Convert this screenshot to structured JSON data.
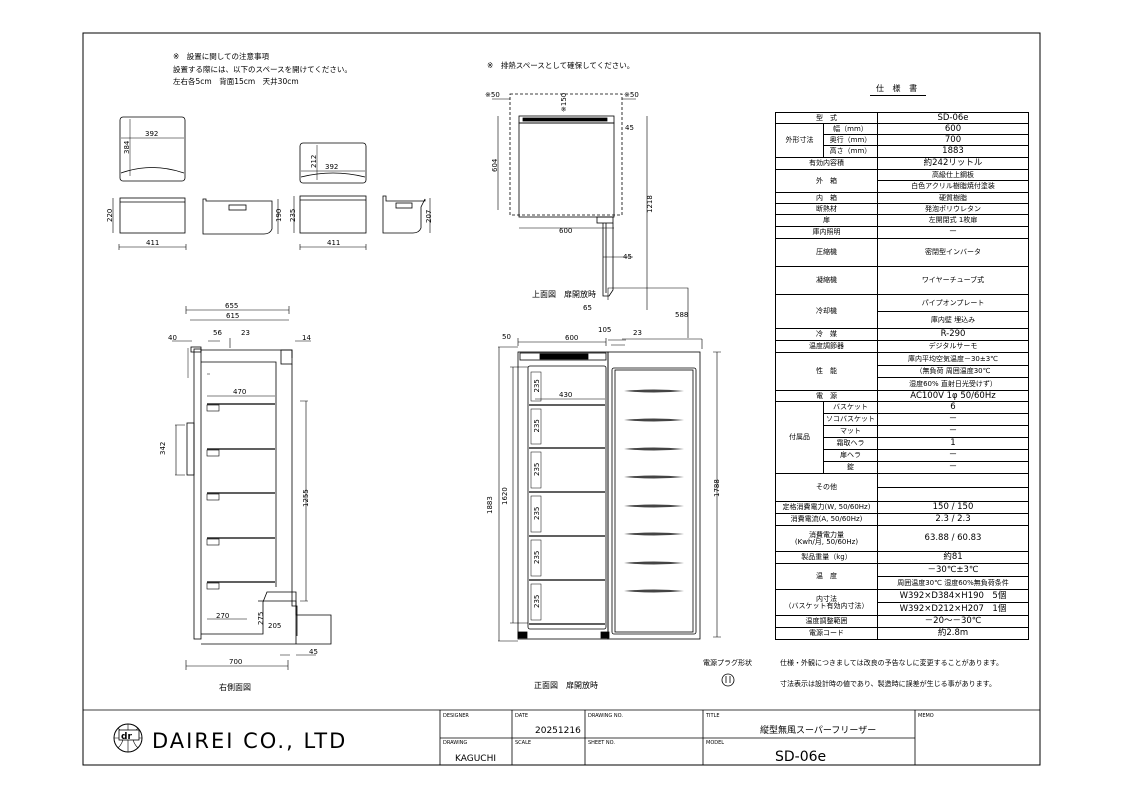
{
  "notes": {
    "install_title": "※　設置に関しての注意事項",
    "install_line1": "設置する際には、以下のスペースを開けてください。",
    "install_line2": "左右各5cm　背面15cm　天井30cm",
    "exhaust": "※　排熱スペースとして確保してください。"
  },
  "basket_views": {
    "large_top_w": "392",
    "large_top_d": "384",
    "large_front_h": "220",
    "large_front_w": "411",
    "large_side_h": "190",
    "small_top_d": "212",
    "small_top_w": "392",
    "small_front_h": "235",
    "small_front_w": "411",
    "small_side_h": "207"
  },
  "top_view": {
    "left_clear": "※50",
    "back_clear": "※150",
    "right_clear": "※50",
    "top_offset": "45",
    "depth": "604",
    "open_depth": "1218",
    "width": "600",
    "door_thk": "45",
    "hinge": "65",
    "caption": "上面図　扉開放時"
  },
  "side_view": {
    "d655": "655",
    "d615": "615",
    "d40": "40",
    "d56": "56",
    "d23": "23",
    "d14": "14",
    "d470": "470",
    "d342": "342",
    "d1255": "1255",
    "d270": "270",
    "d275": "275",
    "d205": "205",
    "d45": "45",
    "d700": "700",
    "caption": "右側面図"
  },
  "front_view": {
    "d50": "50",
    "d600": "600",
    "d105": "105",
    "d23": "23",
    "d588": "588",
    "d1883": "1883",
    "d1620": "1620",
    "d1788": "1788",
    "d430": "430",
    "drawer_heights": [
      "235",
      "235",
      "235",
      "235",
      "235",
      "235"
    ],
    "caption": "正面図　扉開放時"
  },
  "plug": {
    "label": "電源プラグ形状"
  },
  "spec": {
    "title": "仕 様 書",
    "groups": [
      {
        "label": "型　式",
        "items": [
          {
            "value": "SD-06e",
            "h": 11
          }
        ]
      },
      {
        "label": "外形寸法",
        "items": [
          {
            "sub": "幅（mm）",
            "value": "600",
            "h": 11
          },
          {
            "sub": "奥行（mm）",
            "value": "700",
            "h": 11
          },
          {
            "sub": "高さ（mm）",
            "value": "1883",
            "h": 12
          }
        ]
      },
      {
        "label": "有効内容積",
        "items": [
          {
            "value": "約242リットル",
            "h": 12
          }
        ]
      },
      {
        "label": "外　箱",
        "items": [
          {
            "value": "高級仕上鋼板",
            "h": 11,
            "sm": true
          },
          {
            "value": "白色アクリル樹脂焼付塗装",
            "h": 12,
            "sm": true
          }
        ]
      },
      {
        "label": "内　箱",
        "items": [
          {
            "value": "硬質樹脂",
            "h": 11,
            "sm": true
          }
        ]
      },
      {
        "label": "断熱材",
        "items": [
          {
            "value": "発泡ポリウレタン",
            "h": 11,
            "sm": true
          }
        ]
      },
      {
        "label": "扉",
        "items": [
          {
            "value": "左開閉式 1枚扉",
            "h": 12,
            "sm": true
          }
        ]
      },
      {
        "label": "庫内照明",
        "items": [
          {
            "value": "－",
            "h": 12
          }
        ]
      },
      {
        "label": "圧縮機",
        "items": [
          {
            "value": "密閉型インバータ",
            "h": 28,
            "sm": true
          }
        ]
      },
      {
        "label": "凝縮機",
        "items": [
          {
            "value": "ワイヤーチューブ式",
            "h": 28,
            "sm": true
          }
        ]
      },
      {
        "label": "冷却機",
        "items": [
          {
            "value": "パイプオンプレート",
            "h": 17,
            "sm": true
          },
          {
            "value": "庫内壁 埋込み",
            "h": 17,
            "sm": true
          }
        ]
      },
      {
        "label": "冷　媒",
        "items": [
          {
            "value": "R-290",
            "h": 12
          }
        ]
      },
      {
        "label": "温度調節器",
        "items": [
          {
            "value": "デジタルサーモ",
            "h": 12,
            "sm": true
          }
        ]
      },
      {
        "label": "性　能",
        "items": [
          {
            "value": "庫内平均空気温度－30±3℃",
            "h": 13,
            "sm": true,
            "nb": true
          },
          {
            "value": "（無負荷 周囲温度30℃",
            "h": 12,
            "sm": true,
            "nb": true
          },
          {
            "value": "湿度60% 直射日光受けず）",
            "h": 13,
            "sm": true
          }
        ]
      },
      {
        "label": "電　源",
        "items": [
          {
            "value": "AC100V 1φ 50/60Hz",
            "h": 11
          }
        ]
      },
      {
        "label": "付属品",
        "items": [
          {
            "sub": "バスケット",
            "value": "6",
            "h": 12
          },
          {
            "sub": "ソコバスケット",
            "value": "－",
            "h": 12
          },
          {
            "sub": "マット",
            "value": "－",
            "h": 12
          },
          {
            "sub": "霜取ヘラ",
            "value": "1",
            "h": 12
          },
          {
            "sub": "扉ヘラ",
            "value": "－",
            "h": 12
          },
          {
            "sub": "錠",
            "value": "－",
            "h": 12
          }
        ]
      },
      {
        "label": "その他",
        "items": [
          {
            "value": "",
            "h": 14
          },
          {
            "value": "",
            "h": 14
          }
        ]
      },
      {
        "label": "定格消費電力(W, 50/60Hz)",
        "items": [
          {
            "value": "150 / 150",
            "h": 12
          }
        ]
      },
      {
        "label": "消費電流(A, 50/60Hz)",
        "items": [
          {
            "value": "2.3 / 2.3",
            "h": 12
          }
        ]
      },
      {
        "label": "消費電力量\n(Kwh/月, 50/60Hz)",
        "items": [
          {
            "value": "63.88 / 60.83",
            "h": 26
          }
        ]
      },
      {
        "label": "製品重量（kg）",
        "items": [
          {
            "value": "約81",
            "h": 12
          }
        ]
      },
      {
        "label": "温　度",
        "items": [
          {
            "value": "－30℃±3℃",
            "h": 13
          },
          {
            "value": "周囲温度30℃ 湿度60%無負荷条件",
            "h": 13,
            "sm": true
          }
        ]
      },
      {
        "label": "内寸法\n（バスケット有効内寸法）",
        "items": [
          {
            "value": "W392×D384×H190　5個",
            "h": 13
          },
          {
            "value": "W392×D212×H207　1個",
            "h": 13
          }
        ]
      },
      {
        "label": "温度調整範囲",
        "items": [
          {
            "value": "－20～－30℃",
            "h": 12
          }
        ]
      },
      {
        "label": "電源コード",
        "items": [
          {
            "value": "約2.8m",
            "h": 12
          }
        ]
      }
    ],
    "footnote1": "仕様・外観につきましては改良の予告なしに変更することがあります。",
    "footnote2": "寸法表示は設計時の値であり、製造時に誤差が生じる事があります。"
  },
  "title_block": {
    "company": "DAIREI CO., LTD",
    "logo_text": "dr dairei",
    "designer_label": "DESIGNER",
    "designer": "",
    "date_label": "DATE",
    "date": "20251216",
    "drawing_no_label": "DRAWING NO.",
    "drawing_no": "",
    "title_label": "TITLE",
    "title": "縦型無風スーパーフリーザー",
    "memo_label": "MEMO",
    "drawing_label": "DRAWING",
    "drawing": "KAGUCHI",
    "scale_label": "SCALE",
    "sheet_no_label": "SHEET NO.",
    "model_label": "MODEL",
    "model": "SD-06e"
  }
}
